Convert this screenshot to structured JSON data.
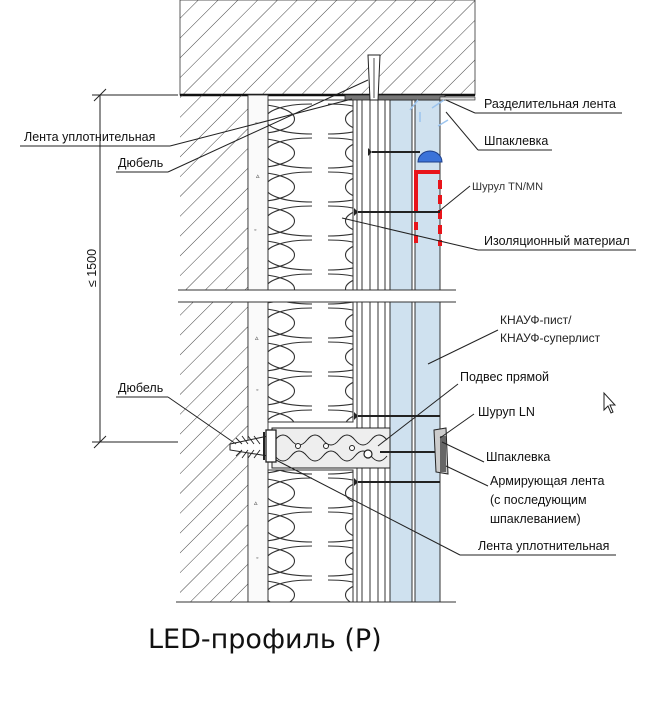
{
  "labels": {
    "sealing_tape_top": "Лента уплотнительная",
    "dowel_top": "Дюбель",
    "dim": "≤ 1500",
    "dowel_bottom": "Дюбель",
    "separating_tape": "Разделительная лента",
    "putty_top": "Шпаклевка",
    "screw_tn_mn": "Шурул TN/MN",
    "insulation": "Изоляционный материал",
    "knauf_sheet": "КНАУФ-пист/",
    "knauf_superlist": "КНАУФ-суперлист",
    "direct_hanger": "Подвес прямой",
    "screw_ln": "Шуруп LN",
    "putty_bottom": "Шпаклевка",
    "reinforcing_tape_1": "Армирующая лента",
    "reinforcing_tape_2": "(с последующим",
    "reinforcing_tape_3": "шпаклеванием)",
    "sealing_tape_bottom": "Лента уплотнительная"
  },
  "caption": "LED-профиль (P)",
  "colors": {
    "led_profile_highlight": "#e8141a",
    "plasterboard": "#cfe1ef",
    "led_light": "#3b73d9"
  }
}
